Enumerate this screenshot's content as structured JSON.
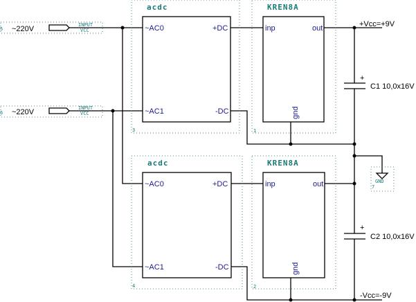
{
  "inputs": [
    {
      "number": "5",
      "voltage": "~220V",
      "tag_top": "INPUT",
      "tag_bottom": "VCC"
    },
    {
      "number": "6",
      "voltage": "~220V",
      "tag_top": "INPUT",
      "tag_bottom": "VCC"
    }
  ],
  "rectifiers": [
    {
      "title": "acdc",
      "number": "3",
      "ac0": "~AC0",
      "ac1": "~AC1",
      "pdc": "+DC",
      "mdc": "-DC"
    },
    {
      "title": "acdc",
      "number": "4",
      "ac0": "~AC0",
      "ac1": "~AC1",
      "pdc": "+DC",
      "mdc": "-DC"
    }
  ],
  "regulators": [
    {
      "title": "KREN8A",
      "number": "1",
      "inp": "inp",
      "out": "out",
      "gnd": "gnd"
    },
    {
      "title": "KREN8A",
      "number": "2",
      "inp": "inp",
      "out": "out",
      "gnd": "gnd"
    }
  ],
  "capacitors": [
    {
      "polarity": "+",
      "label": "C1 10,0x16V"
    },
    {
      "polarity": "+",
      "label": "C2  10,0x16V"
    }
  ],
  "nets": {
    "pos": "+Vcc=+9V",
    "neg": "-Vcc=-9V"
  },
  "ground": {
    "number": "7",
    "label": "GND"
  }
}
